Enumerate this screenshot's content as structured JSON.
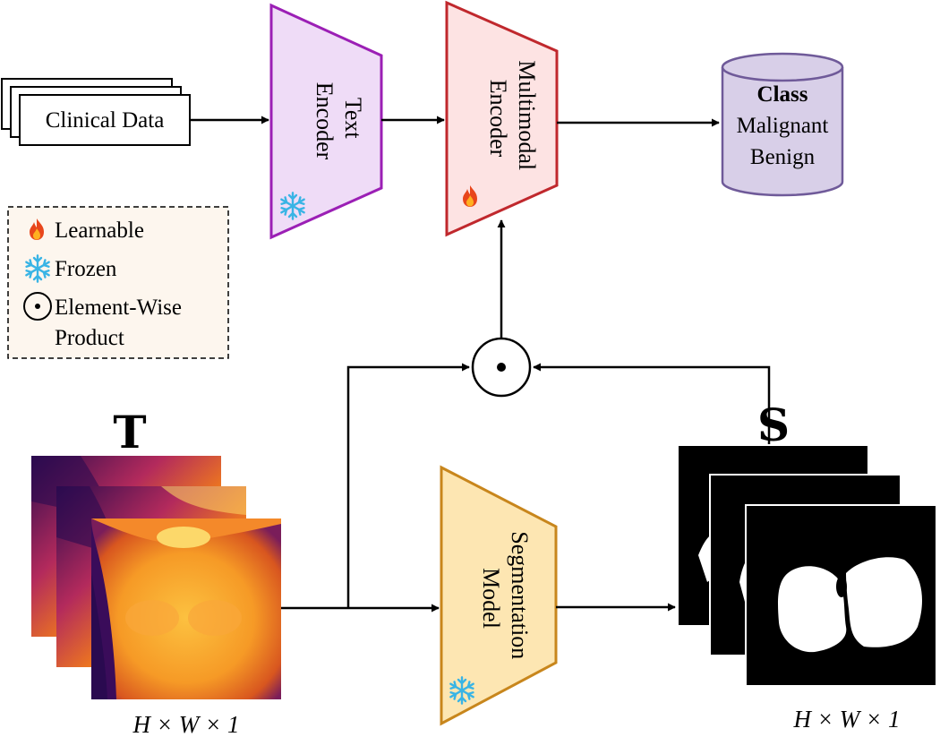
{
  "clinical_data": {
    "label": "Clinical Data"
  },
  "text_encoder": {
    "line1": "Text",
    "line2": "Encoder"
  },
  "multimodal_encoder": {
    "line1": "Multimodal",
    "line2": "Encoder"
  },
  "class_box": {
    "title": "Class",
    "option1": "Malignant",
    "option2": "Benign"
  },
  "legend": {
    "learnable": "Learnable",
    "frozen": "Frozen",
    "elementwise_line1": "Element-Wise",
    "elementwise_line2": "Product"
  },
  "thermal_input": {
    "symbol": "T",
    "dims": "H × W × 1"
  },
  "segmentation_model": {
    "line1": "Segmentation",
    "line2": "Model"
  },
  "mask_output": {
    "symbol": "S",
    "dims": "H × W × 1"
  },
  "colors": {
    "text_encoder_fill": "#efdcf7",
    "text_encoder_stroke": "#9b1fb5",
    "multimodal_fill": "#fde3e3",
    "multimodal_stroke": "#c0282d",
    "segmentation_fill": "#fde6b2",
    "segmentation_stroke": "#c8861c",
    "class_fill": "#d8cfe8",
    "class_stroke": "#6f5a99",
    "legend_fill": "#fdf6ee",
    "snowflake": "#39b4e5",
    "flame": "#e8461b"
  },
  "icons": {
    "learnable": "flame-icon",
    "frozen": "snowflake-icon",
    "elementwise": "odot-icon"
  }
}
